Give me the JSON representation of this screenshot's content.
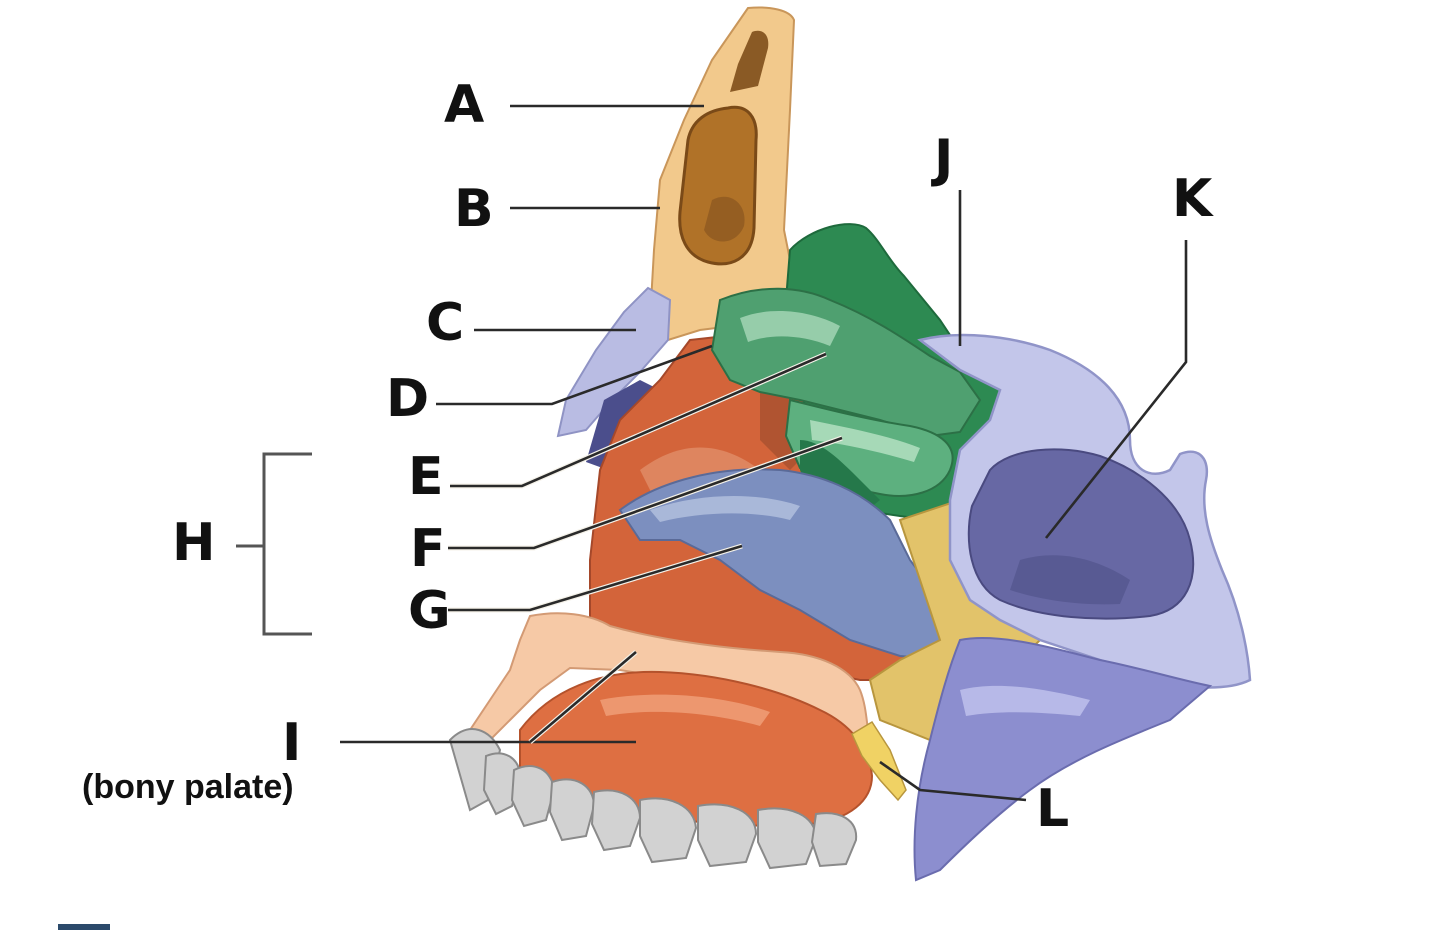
{
  "labels": {
    "a": "A",
    "b": "B",
    "c": "C",
    "d": "D",
    "e": "E",
    "f": "F",
    "g": "G",
    "h": "H",
    "i": "I",
    "i_note": "(bony palate)",
    "j": "J",
    "k": "K",
    "l": "L"
  },
  "colors": {
    "frontal_bone": "#f2c98c",
    "frontal_sinus": "#b0772a",
    "cartilage_blue": "#b3b6dd",
    "ethmoid_green": "#2f8a55",
    "turbinate_green": "#58ad7a",
    "inferior_concha": "#7f92bf",
    "septum_orange": "#d5663c",
    "palate_orange": "#e07446",
    "palate_bone": "#f6c9a6",
    "sphenoid": "#c3c6ea",
    "sphenoid_sinus": "#6a6ba6",
    "pterygoid": "#8c8ecf",
    "yellow_tissue": "#e4c76a",
    "teeth": "#cfcfcf"
  }
}
